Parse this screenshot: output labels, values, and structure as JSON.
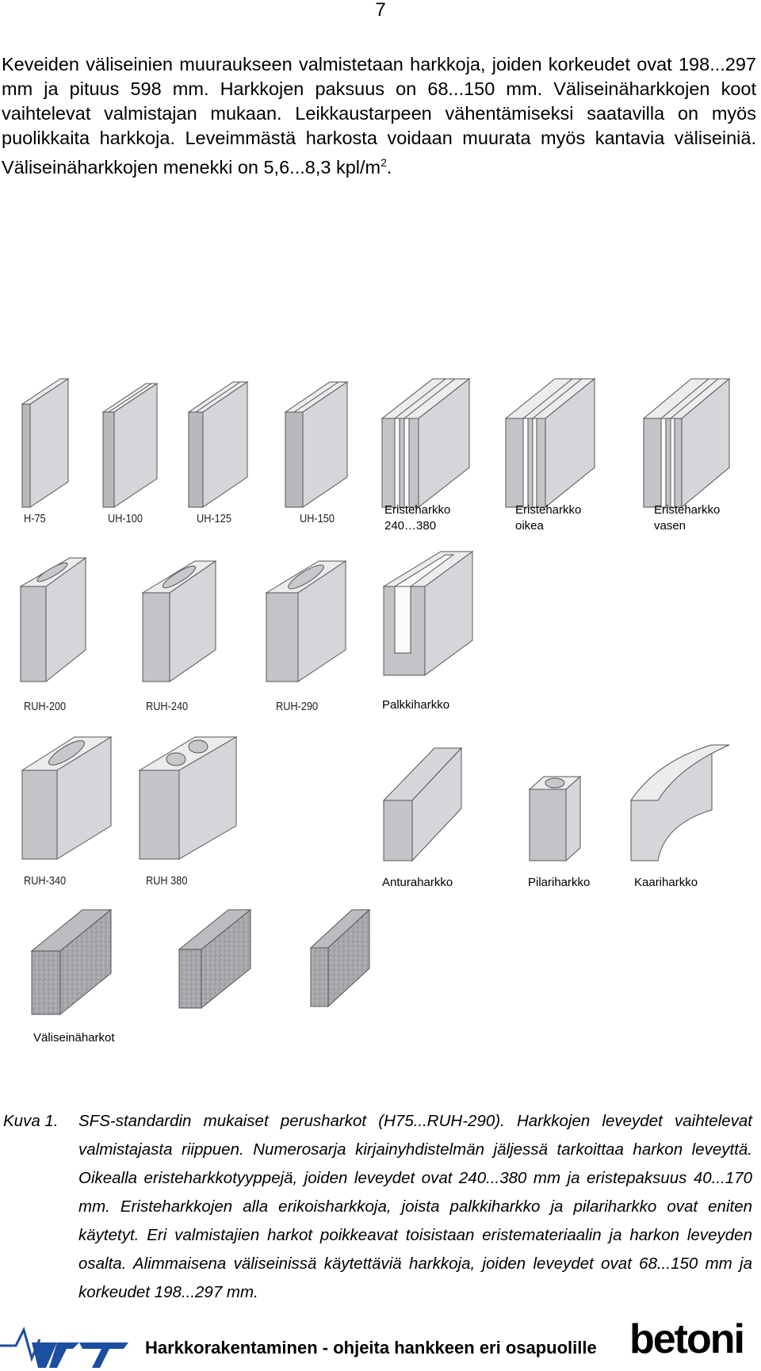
{
  "page_number": "7",
  "intro": "Keveiden väliseinien muuraukseen valmistetaan harkkoja, joiden korkeudet ovat 198...297 mm ja pituus 598 mm. Harkkojen paksuus on 68...150 mm. Väliseinäharkkojen koot vaihtelevat valmistajan mukaan. Leikkaustarpeen vähentämiseksi saatavilla on myös puolikkaita harkkoja. Leveimmästä harkosta voidaan muurata myös kantavia väliseiniä. Väliseinäharkkojen menekki on 5,6...8,3 kpl/m",
  "intro_sup": "2",
  "intro_end": ".",
  "block_codes": {
    "h75": "H-75",
    "uh100": "UH-100",
    "uh125": "UH-125",
    "uh150": "UH-150",
    "ruh200": "RUH-200",
    "ruh240": "RUH-240",
    "ruh290": "RUH-290",
    "ruh340": "RUH-340",
    "ruh380": "RUH 380"
  },
  "labels": {
    "eriste_240_l1": "Eristeharkko",
    "eriste_240_l2": "240…380",
    "eriste_oikea_l1": "Eristeharkko",
    "eriste_oikea_l2": "oikea",
    "eriste_vasen_l1": "Eristeharkko",
    "eriste_vasen_l2": "vasen",
    "palkki": "Palkkiharkko",
    "antura": "Anturaharkko",
    "pilari": "Pilariharkko",
    "kaari": "Kaariharkko",
    "valiseina": "Väliseinäharkot"
  },
  "caption": {
    "label": "Kuva 1.",
    "text": "SFS-standardin mukaiset perusharkot (H75...RUH-290). Harkkojen leveydet vaihtelevat valmistajasta riippuen. Numerosarja kirjainyhdistelmän jäljessä tarkoittaa harkon leveyttä. Oikealla eristeharkkotyyppejä, joiden leveydet ovat 240...380 mm ja eristepaksuus 40...170 mm. Eristeharkkojen alla erikoisharkkoja, joista palkkiharkko ja pilariharkko ovat eniten käytetyt. Eri valmistajien harkot poikkeavat toisistaan eristemateriaalin ja harkon leveyden osalta. Alimmaisena väliseinissä käytettäviä harkkoja, joiden leveydet ovat 68...150 mm ja korkeudet 198...297 mm."
  },
  "footer": {
    "title": "Harkkorakentaminen - ohjeita hankkeen eri osapuolille",
    "logo_vtt": "VTT",
    "logo_betoni": "betoni"
  },
  "colors": {
    "block_face": "#d6d6da",
    "block_top": "#ececee",
    "block_side": "#b8b8bd",
    "outline": "#555555",
    "vtt_blue": "#1d4fa0"
  }
}
